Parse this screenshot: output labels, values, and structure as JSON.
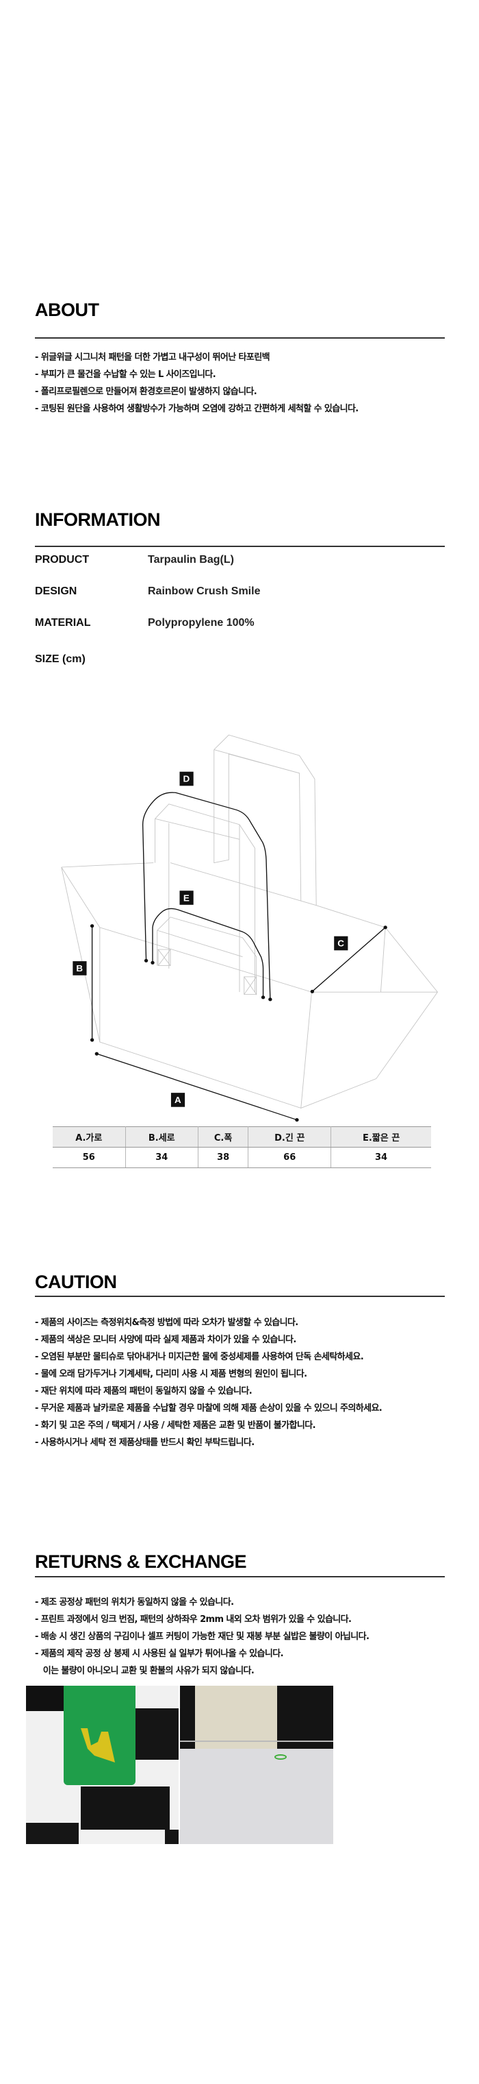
{
  "about": {
    "title": "ABOUT",
    "items": [
      "- 위글위글 시그니처 패턴을 더한 가볍고 내구성이 뛰어난 타포린백",
      "- 부피가 큰 물건을 수납할 수 있는 L 사이즈입니다.",
      "- 폴리프로필렌으로 만들어져 환경호르몬이 발생하지 않습니다.",
      "- 코팅된 원단을 사용하여 생활방수가 가능하며 오염에 강하고 간편하게 세척할 수 있습니다."
    ]
  },
  "information": {
    "title": "INFORMATION",
    "rows": [
      {
        "label": "PRODUCT",
        "value": "Tarpaulin Bag(L)"
      },
      {
        "label": "DESIGN",
        "value": "Rainbow Crush Smile"
      },
      {
        "label": "MATERIAL",
        "value": "Polypropylene 100%"
      }
    ],
    "size_label": "SIZE (cm)"
  },
  "diagram": {
    "labels": [
      "A",
      "B",
      "C",
      "D",
      "E"
    ]
  },
  "size_table": {
    "headers": [
      "A.가로",
      "B.세로",
      "C.폭",
      "D.긴 끈",
      "E.짧은 끈"
    ],
    "values": [
      "56",
      "34",
      "38",
      "66",
      "34"
    ]
  },
  "caution": {
    "title": "CAUTION",
    "items": [
      "- 제품의 사이즈는 측정위치&측정 방법에 따라 오차가 발생할 수 있습니다.",
      "- 제품의 색상은 모니터 사양에 따라 실제 제품과 차이가 있을 수 있습니다.",
      "- 오염된 부분만 물티슈로 닦아내거나 미지근한 물에 중성세제를 사용하여 단독 손세탁하세요.",
      "- 물에 오래 담가두거나 기계세탁, 다리미 사용 시 제품 변형의 원인이 됩니다.",
      "- 재단 위치에 따라 제품의 패턴이 동일하지 않을 수 있습니다.",
      "- 무거운 제품과 날카로운 제품을 수납할 경우 마찰에 의해 제품 손상이 있을 수 있으니 주의하세요.",
      "- 화기 및 고온 주의 / 택제거 / 사용 / 세탁한 제품은 교환 및 반품이 불가합니다.",
      "- 사용하시거나 세탁 전 제품상태를 반드시 확인 부탁드립니다."
    ]
  },
  "returns": {
    "title": "RETURNS & EXCHANGE",
    "items": [
      "- 제조 공정상 패턴의 위치가 동일하지 않을 수 있습니다.",
      "- 프린트 과정에서 잉크 번짐, 패턴의 상하좌우 2mm 내외 오차 범위가 있을 수 있습니다.",
      "- 배송 시 생긴 상품의 구김이나 셀프 커팅이 가능한 재단 및 재봉 부분 실밥은 불량이 아닙니다.",
      "- 제품의 제작 공정 상 봉제 시 사용된 실 일부가 튀어나올 수 있습니다.",
      "   이는 불량이 아니오니 교환 및 환불의 사유가 되지 않습니다."
    ]
  },
  "colors": {
    "tab_green": "#1f9e4a",
    "tab_yellow": "#d8c21e",
    "check_black": "#111",
    "beige": "#ddd8c6"
  }
}
